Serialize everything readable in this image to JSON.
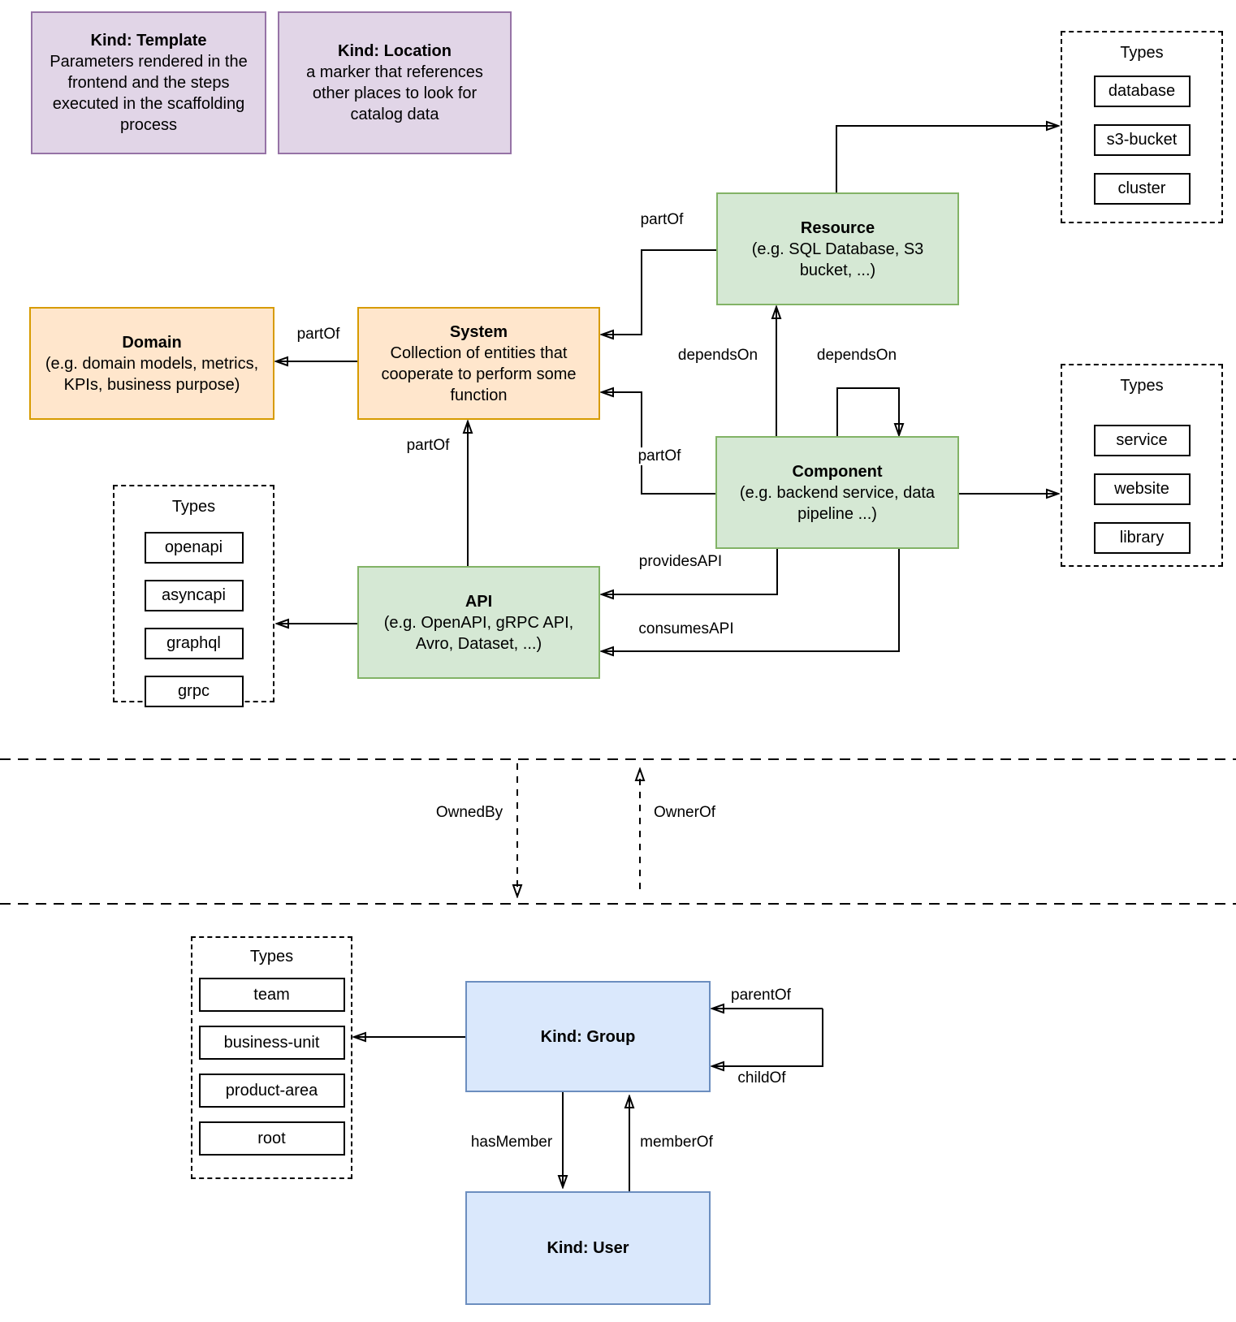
{
  "notes": {
    "template": {
      "title": "Kind: Template",
      "body": "Parameters rendered in the frontend and the steps executed in  the scaffolding process"
    },
    "location": {
      "title": "Kind: Location",
      "body": "a marker that references other places to look for catalog data"
    }
  },
  "entities": {
    "resource": {
      "title": "Resource",
      "subtitle": "(e.g. SQL Database, S3 bucket, ...)"
    },
    "domain": {
      "title": "Domain",
      "subtitle": "(e.g.  domain models, metrics, KPIs, business purpose)"
    },
    "system": {
      "title": "System",
      "subtitle": "Collection of entities that cooperate to perform some function"
    },
    "component": {
      "title": "Component",
      "subtitle": "(e.g. backend service, data pipeline ...)"
    },
    "api": {
      "title": "API",
      "subtitle": "(e.g. OpenAPI, gRPC API, Avro, Dataset, ...)"
    },
    "group": {
      "title": "Kind: Group"
    },
    "user": {
      "title": "Kind: User"
    }
  },
  "type_lists": {
    "resource": {
      "label": "Types",
      "items": [
        "database",
        "s3-bucket",
        "cluster"
      ]
    },
    "component": {
      "label": "Types",
      "items": [
        "service",
        "website",
        "library"
      ]
    },
    "api": {
      "label": "Types",
      "items": [
        "openapi",
        "asyncapi",
        "graphql",
        "grpc"
      ]
    },
    "group": {
      "label": "Types",
      "items": [
        "team",
        "business-unit",
        "product-area",
        "root"
      ]
    }
  },
  "edge_labels": {
    "resource_part_of": "partOf",
    "system_part_of": "partOf",
    "component_part_of": "partOf",
    "api_part_of": "partOf",
    "depends_on_resource": "dependsOn",
    "depends_on_self": "dependsOn",
    "provides_api": "providesAPI",
    "consumes_api": "consumesAPI",
    "owned_by": "OwnedBy",
    "owner_of": "OwnerOf",
    "parent_of": "parentOf",
    "child_of": "childOf",
    "has_member": "hasMember",
    "member_of": "memberOf"
  },
  "colors": {
    "note_fill": "#e1d5e7",
    "note_stroke": "#9673a6",
    "entity_green_fill": "#d5e8d4",
    "entity_green_stroke": "#82b366",
    "entity_orange_fill": "#ffe6cc",
    "entity_orange_stroke": "#d79b00",
    "entity_blue_fill": "#dae8fc",
    "entity_blue_stroke": "#6c8ebf",
    "line": "#000000"
  }
}
